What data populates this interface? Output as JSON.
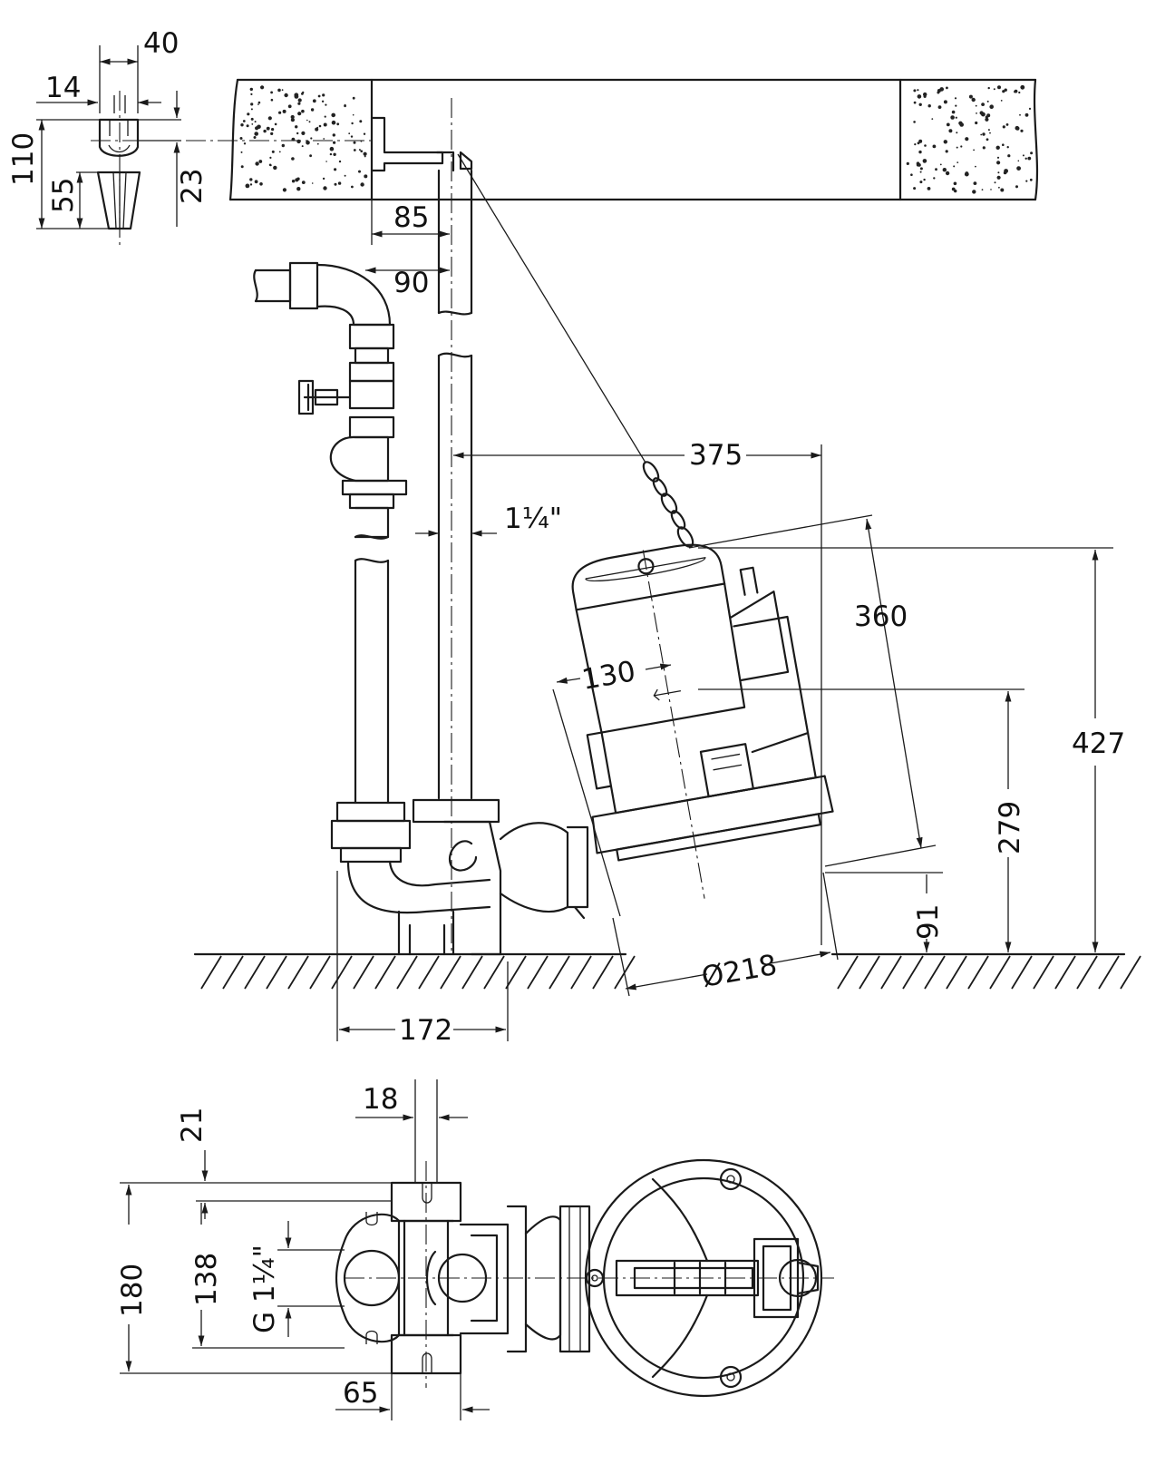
{
  "drawing": {
    "dimensions": {
      "d40": "40",
      "d14": "14",
      "d110": "110",
      "d55": "55",
      "d23": "23",
      "d85": "85",
      "d90": "90",
      "d375": "375",
      "d_pipe": "1¼\"",
      "d360": "360",
      "d130": "130",
      "d427": "427",
      "d279": "279",
      "d91": "91",
      "d218": "Ø218",
      "d172": "172",
      "d18": "18",
      "d21": "21",
      "d180": "180",
      "d138": "138",
      "d_thread": "G 1¼\"",
      "d65": "65"
    }
  }
}
